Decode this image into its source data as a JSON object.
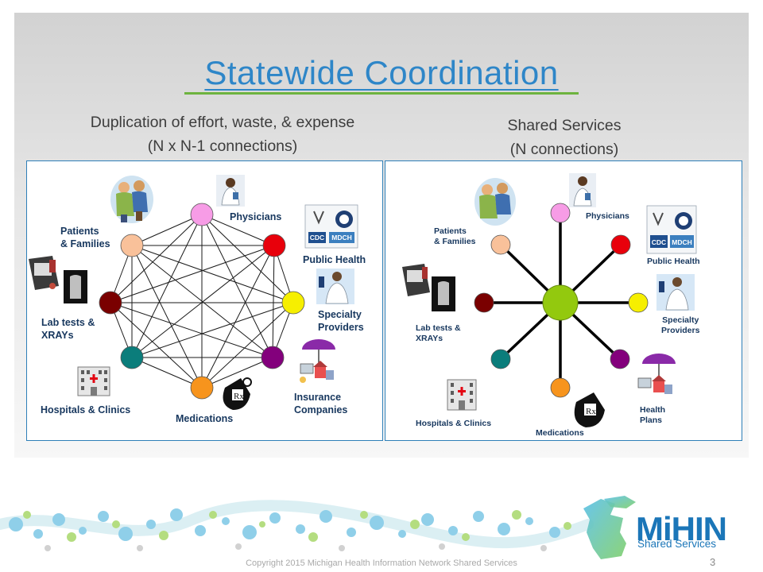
{
  "slide": {
    "title": "Statewide Coordination",
    "left_heading_line1": "Duplication of effort, waste, & expense",
    "left_heading_line2": "(N x N-1 connections)",
    "right_heading_line1": "Shared Services",
    "right_heading_line2": "(N connections)",
    "copyright": "Copyright 2015 Michigan Health Information Network Shared Services",
    "page_number": "3"
  },
  "logo": {
    "name": "MiHIN",
    "tagline": "Shared Services"
  },
  "mesh_diagram": {
    "labels": {
      "physicians": "Physicians",
      "public_health": "Public Health",
      "specialty_1": "Specialty",
      "specialty_2": "Providers",
      "insurance_1": "Insurance",
      "insurance_2": "Companies",
      "medications": "Medications",
      "hospitals": "Hospitals & Clinics",
      "labs_1": "Lab tests &",
      "labs_2": "XRAYs",
      "patients_1": "Patients",
      "patients_2": "& Families"
    }
  },
  "hub_diagram": {
    "labels": {
      "physicians": "Physicians",
      "public_health": "Public Health",
      "specialty_1": "Specialty",
      "specialty_2": "Providers",
      "plans_1": "Health",
      "plans_2": "Plans",
      "medications": "Medications",
      "hospitals": "Hospitals & Clinics",
      "labs_1": "Lab tests &",
      "labs_2": "XRAYs",
      "patients_1": "Patients",
      "patients_2": "& Families"
    }
  },
  "icon_badges": {
    "cdc": "CDC",
    "mdch": "MDCH",
    "rx": "Rx"
  },
  "colors": {
    "title": "#2e86c8",
    "title_rule": "#6db33f",
    "box_border": "#2e7fb8",
    "label": "#17375e",
    "node_physicians": "#f79ce6",
    "node_public_health": "#e8000b",
    "node_specialty": "#f6ef00",
    "node_insurance": "#83007c",
    "node_medications": "#f7941d",
    "node_hospitals": "#0b7d7b",
    "node_labs": "#7a0000",
    "node_patients": "#f9c19a",
    "hub": "#93c90e"
  }
}
